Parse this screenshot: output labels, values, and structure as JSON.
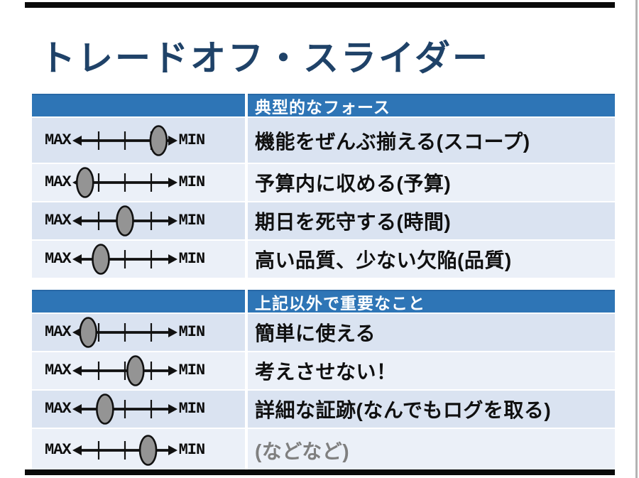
{
  "page": {
    "title": "トレードオフ・スライダー"
  },
  "slider": {
    "max_label": "MAX",
    "min_label": "MIN"
  },
  "sections": [
    {
      "header": "典型的なフォース",
      "rows": [
        {
          "label": "機能をぜんぶ揃える(スコープ)",
          "position": 0.82
        },
        {
          "label": "予算内に収める(予算)",
          "position": 0.12
        },
        {
          "label": "期日を死守する(時間)",
          "position": 0.5
        },
        {
          "label": "高い品質、少ない欠陥(品質)",
          "position": 0.27
        }
      ]
    },
    {
      "header": "上記以外で重要なこと",
      "rows": [
        {
          "label": "簡単に使える",
          "position": 0.15
        },
        {
          "label": "考えさせない！",
          "position": 0.6
        },
        {
          "label": "詳細な証跡(なんでもログを取る)",
          "position": 0.31
        },
        {
          "label": "(などなど)",
          "position": 0.72,
          "muted": true
        }
      ]
    }
  ],
  "colors": {
    "header_blue": "#2e75b6",
    "row_dark": "#dae3f1",
    "row_light": "#ebf0f8",
    "title_navy": "#1f4268",
    "line_black": "#111111",
    "handle_gray": "#949494",
    "muted_gray": "#7f7f7f",
    "edge_bar_black": "#0a0a0a"
  }
}
